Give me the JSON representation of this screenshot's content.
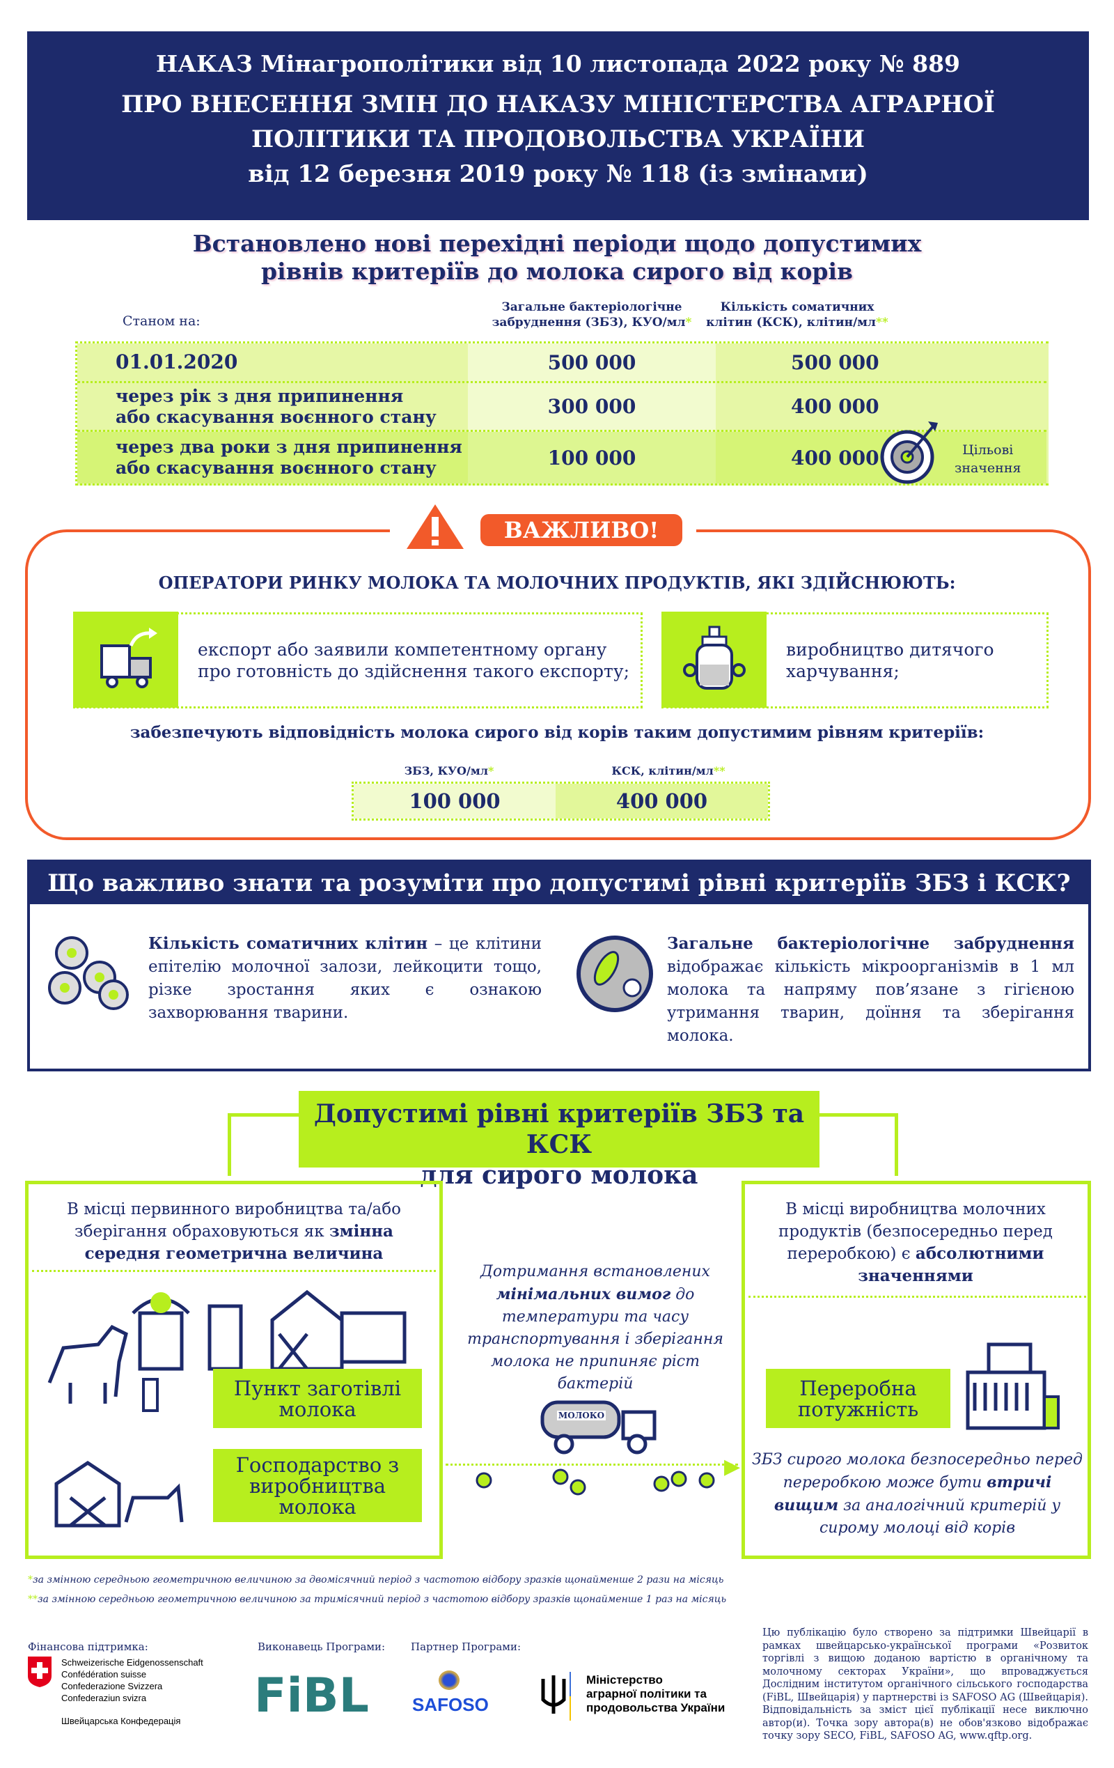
{
  "header": {
    "line1": "НАКАЗ Мінагрополітики від 10 листопада 2022 року № 889",
    "line2": "ПРО ВНЕСЕННЯ ЗМІН ДО НАКАЗУ МІНІСТЕРСТВА АГРАРНОЇ",
    "line3": "ПОЛІТИКИ ТА ПРОДОВОЛЬСТВА УКРАЇНИ",
    "line4": "від 12 березня 2019 року № 118 (із змінами)"
  },
  "subtitle": {
    "line1": "Встановлено нові перехідні періоди щодо допустимих",
    "line2": "рівнів критеріїв до молока сирого від корів"
  },
  "table": {
    "col0": "Станом на:",
    "col1a": "Загальне бактеріологічне",
    "col1b": "забруднення (ЗБЗ), КУО/мл",
    "col1mark": "*",
    "col2a": "Кількість соматичних",
    "col2b": "клітин (КСК), клітин/мл",
    "col2mark": "**",
    "rows": [
      {
        "label1": "01.01.2020",
        "label2": "",
        "zbz": "500 000",
        "ksk": "500 000"
      },
      {
        "label1": "через рік з дня припинення",
        "label2": "або скасування воєнного стану",
        "zbz": "300 000",
        "ksk": "400 000"
      },
      {
        "label1": "через два роки з дня припинення",
        "label2": "або скасування воєнного стану",
        "zbz": "100 000",
        "ksk": "400 000"
      }
    ],
    "target1": "Цільові",
    "target2": "значення"
  },
  "important": {
    "badge": "ВАЖЛИВО!",
    "heading": "ОПЕРАТОРИ РИНКУ МОЛОКА ТА МОЛОЧНИХ ПРОДУКТІВ, ЯКІ ЗДІЙСНЮЮТЬ:",
    "item1a": "експорт або заявили компетентному органу",
    "item1b": "про готовність до здійснення такого експорту;",
    "item2a": "виробництво дитячого",
    "item2b": "харчування;",
    "ensure": "забезпечують відповідність молока сирого від корів таким допустимим рівням критеріїв:",
    "zbz_label": "ЗБЗ, КУО/мл",
    "ksk_label": "КСК, клітин/мл",
    "zbz_value": "100 000",
    "ksk_value": "400 000"
  },
  "know": {
    "title": "Що важливо знати та розуміти про допустимі рівні критеріїв ЗБЗ і КСК?",
    "ksk_term": "Кількість соматичних клітин",
    "ksk_text": " – це клітини епітелію молочної залози, лейкоцити тощо, різке зростання яких є ознакою захворювання тварини.",
    "zbz_term": "Загальне бактеріологічне забруднення",
    "zbz_text": " відображає кількість мікроорганізмів в 1 мл молока та напряму пов’язане з гігієною утримання тварин, доїння та зберігання молока."
  },
  "levels": {
    "title1": "Допустимі рівні критеріїв ЗБЗ та КСК",
    "title2": "для сирого молока",
    "left_a": "В місці первинного виробництва та/або зберігання  обраховуються як ",
    "left_b": "змінна середня геометрична величина",
    "btn1": "Пункт заготівлі молока",
    "btn2": "Господарство з виробництва молока",
    "mid_a": "Дотримання встановлених ",
    "mid_b": "мінімальних вимог",
    "mid_c": " до температури та часу транспортування і зберігання молока не припиняє ріст бактерій",
    "truck": "МОЛОКО",
    "right_a": "В місці виробництва молочних продуктів (безпосередньо перед переробкою) є ",
    "right_b": "абсолютними значеннями",
    "btn3": "Переробна потужність",
    "right2_a": "ЗБЗ сирого молока безпосередньо перед переробкою може бути ",
    "right2_b": "втричі вищим",
    "right2_c": " за аналогічний критерій у сирому молоці від корів"
  },
  "footnotes": {
    "m1": "*",
    "f1": "за змінною середньою геометричною величиною за двомісячний період з частотою відбору зразків щонайменше 2 рази на місяць",
    "m2": "**",
    "f2": "за змінною середньою геометричною величиною за тримісячний період з частотою відбору зразків  щонайменше 1 раз на місяць"
  },
  "footer": {
    "fin": "Фінансова підтримка:",
    "swiss1": "Schweizerische Eidgenossenschaft",
    "swiss2": "Confédération suisse",
    "swiss3": "Confederazione Svizzera",
    "swiss4": "Confederaziun svizra",
    "swiss_ua": "Швейцарська Конфедерація",
    "exec": "Виконавець Програми:",
    "fibl": "FiBL",
    "partner": "Партнер Програми:",
    "safoso": "SAFOSO",
    "min1": "Міністерство",
    "min2": "аграрної політики та",
    "min3": "продовольства України",
    "disclaimer": "Цю публікацію було створено за підтримки Швейцарії в рамках швейцарсько-української програми «Розвиток торгівлі з вищою доданою вартістю в органічному та молочному секторах України», що впроваджується Дослідним інститутом органічного сільського господарства (FiBL, Швейцарія) у партнерстві із SAFOSO AG (Швейцарія). Відповідальність за зміст цієї публікації несе виключно автор(и). Точка зору автора(в) не обов'язково відображає точку зору SECO, FiBL, SAFOSO AG, www.qftp.org."
  },
  "colors": {
    "navy": "#1d2a6b",
    "lime": "#b7ee1e",
    "orange": "#f25a2a"
  }
}
